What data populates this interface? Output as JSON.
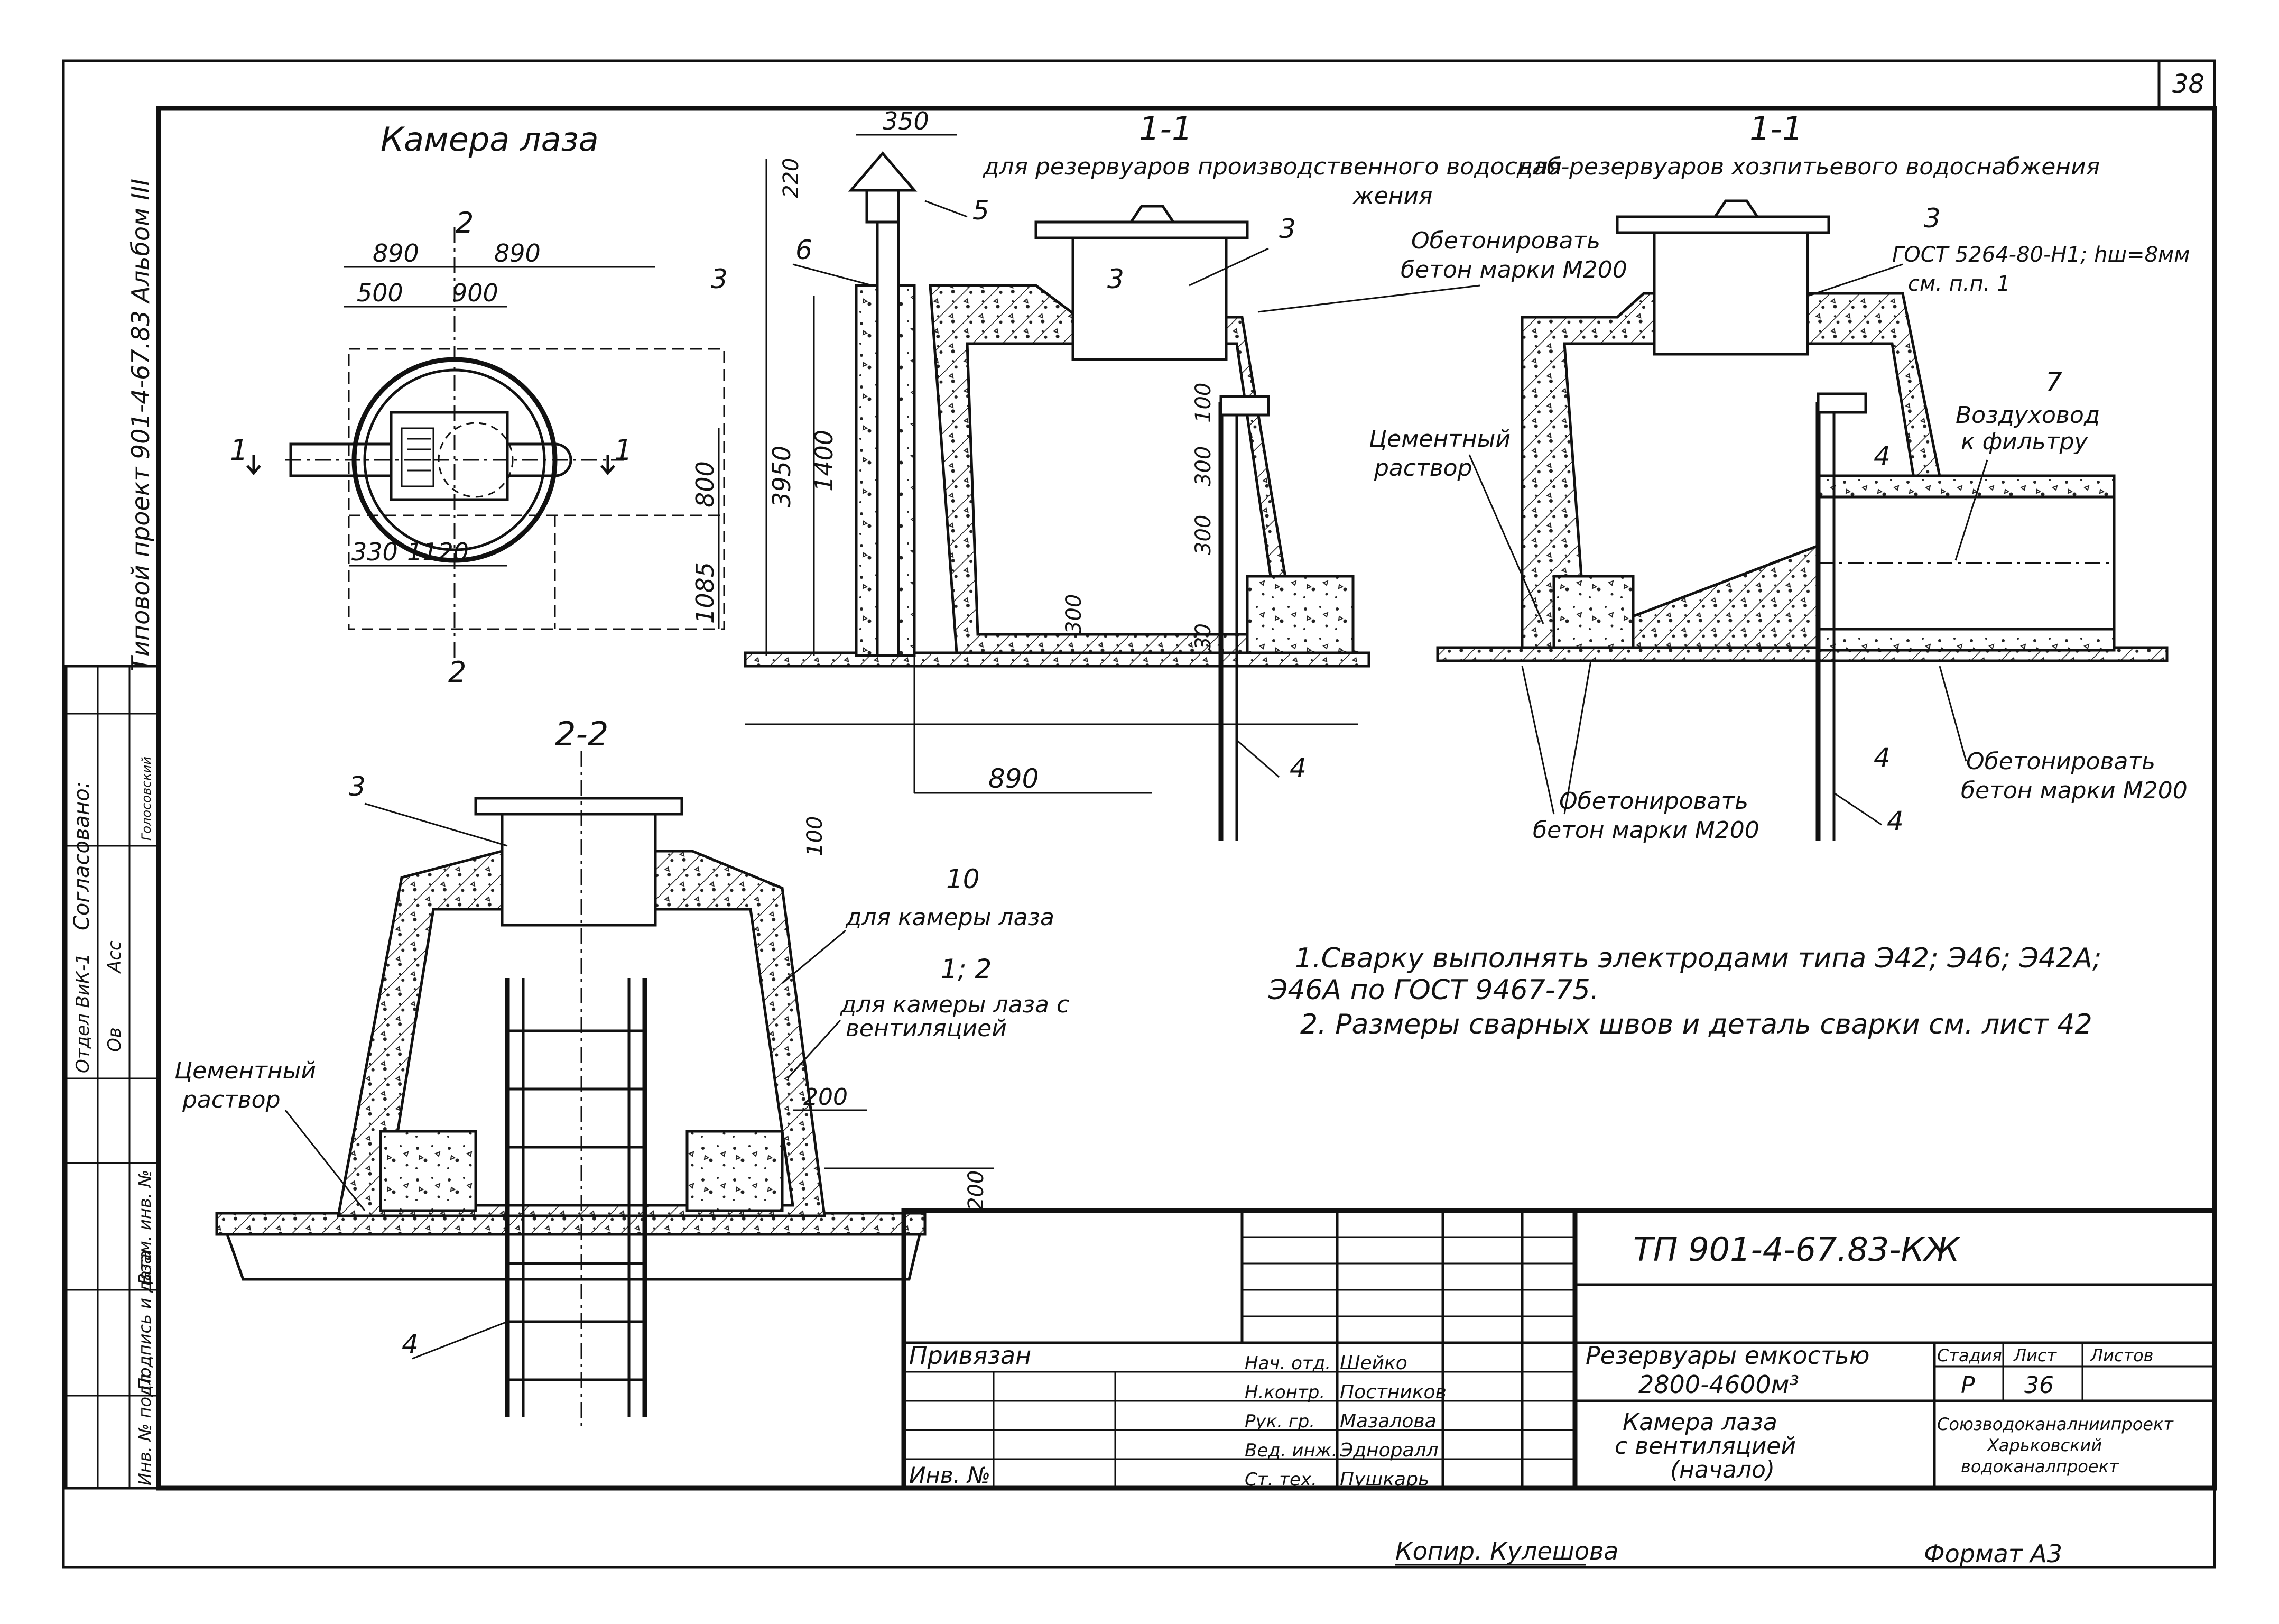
{
  "sheet": {
    "page_number": "38",
    "side_caption": "Типовой проект 901-4-67.83 Альбом III",
    "agreed": "Согласовано:",
    "left_table": [
      "Отдел ВиК-1",
      "Асс",
      "Ов",
      "Голосовский",
      "Инв. № подл.",
      "Подпись и дата",
      "Взам. инв. №"
    ],
    "footer_copier": "Копир. Кулешова",
    "footer_format": "Формат А3"
  },
  "views": {
    "plan_title": "Камера лаза",
    "plan_dims": [
      "890",
      "890",
      "500",
      "900",
      "800",
      "1085",
      "330",
      "1120",
      "2",
      "2",
      "1",
      "1"
    ],
    "section_1_left_label": "1-1",
    "section_1_left_caption": "для резервуаров производственного водоснаб-",
    "section_1_left_caption2": "жения",
    "section_1_right_label": "1-1",
    "section_1_right_caption": "для резервуаров хозпитьевого водоснабжения",
    "section_2_label": "2-2",
    "left_section_dims": [
      "350",
      "220",
      "3950",
      "1400",
      "100",
      "300",
      "300",
      "300",
      "30",
      "890"
    ],
    "callouts": {
      "c3": "3",
      "c5": "5",
      "c6": "6",
      "c3b": "3",
      "c4": "4",
      "c7": "7",
      "c4b": "4",
      "c3c": "3",
      "c10": "10",
      "c12": "1; 2",
      "c4c": "4",
      "sec3": "3",
      "sec3b": "3",
      "sec4": "4",
      "sec4b": "4"
    },
    "notes_text": {
      "concrete1_line1": "Обетонировать",
      "concrete1_line2": "бетон марки М200",
      "gost_line1": "ГОСТ 5264-80-Н1; hш=8мм",
      "gost_line2": "см. п.п. 1",
      "air_line1": "Воздуховод",
      "air_line2": "к фильтру",
      "cement_right_1": "Цементный",
      "cement_right_2": "раствор",
      "concrete2_line1": "Обетонировать",
      "concrete2_line2": "бетон марки М200",
      "concrete3_line1": "Обетонировать",
      "concrete3_line2": "бетон марки М200",
      "cement_left_1": "Цементный",
      "cement_left_2": "раствор",
      "for_manhole": "для камеры лаза",
      "for_manhole_vent_1": "для камеры лаза с",
      "for_manhole_vent_2": "вентиляцией",
      "dim_100": "100",
      "dim_200a": "200",
      "dim_200b": "200"
    },
    "general_notes": [
      "1.Сварку выполнять электродами типа Э42; Э46; Э42А;",
      "Э46А по ГОСТ 9467-75.",
      "2. Размеры сварных швов и деталь сварки см. лист 42"
    ]
  },
  "title_block": {
    "doc_code": "ТП 901-4-67.83-КЖ",
    "tied": "Привязан",
    "inv": "Инв. №",
    "roles": [
      "Нач. отд.",
      "Н.контр.",
      "Рук. гр.",
      "Вед. инж.",
      "Ст. тех."
    ],
    "names": [
      "Шейко",
      "Постников",
      "Мазалова",
      "Эдноралл",
      "Пушкарь"
    ],
    "project_line1": "Резервуары емкостью",
    "project_line2": "2800-4600м³",
    "sheet_title_1": "Камера лаза",
    "sheet_title_2": "с вентиляцией",
    "sheet_title_3": "(начало)",
    "stage_h": "Стадия",
    "sheet_h": "Лист",
    "sheets_h": "Листов",
    "stage": "Р",
    "sheet_no": "36",
    "org_1": "Союзводоканалниипроект",
    "org_2": "Харьковский",
    "org_3": "водоканалпроект"
  }
}
